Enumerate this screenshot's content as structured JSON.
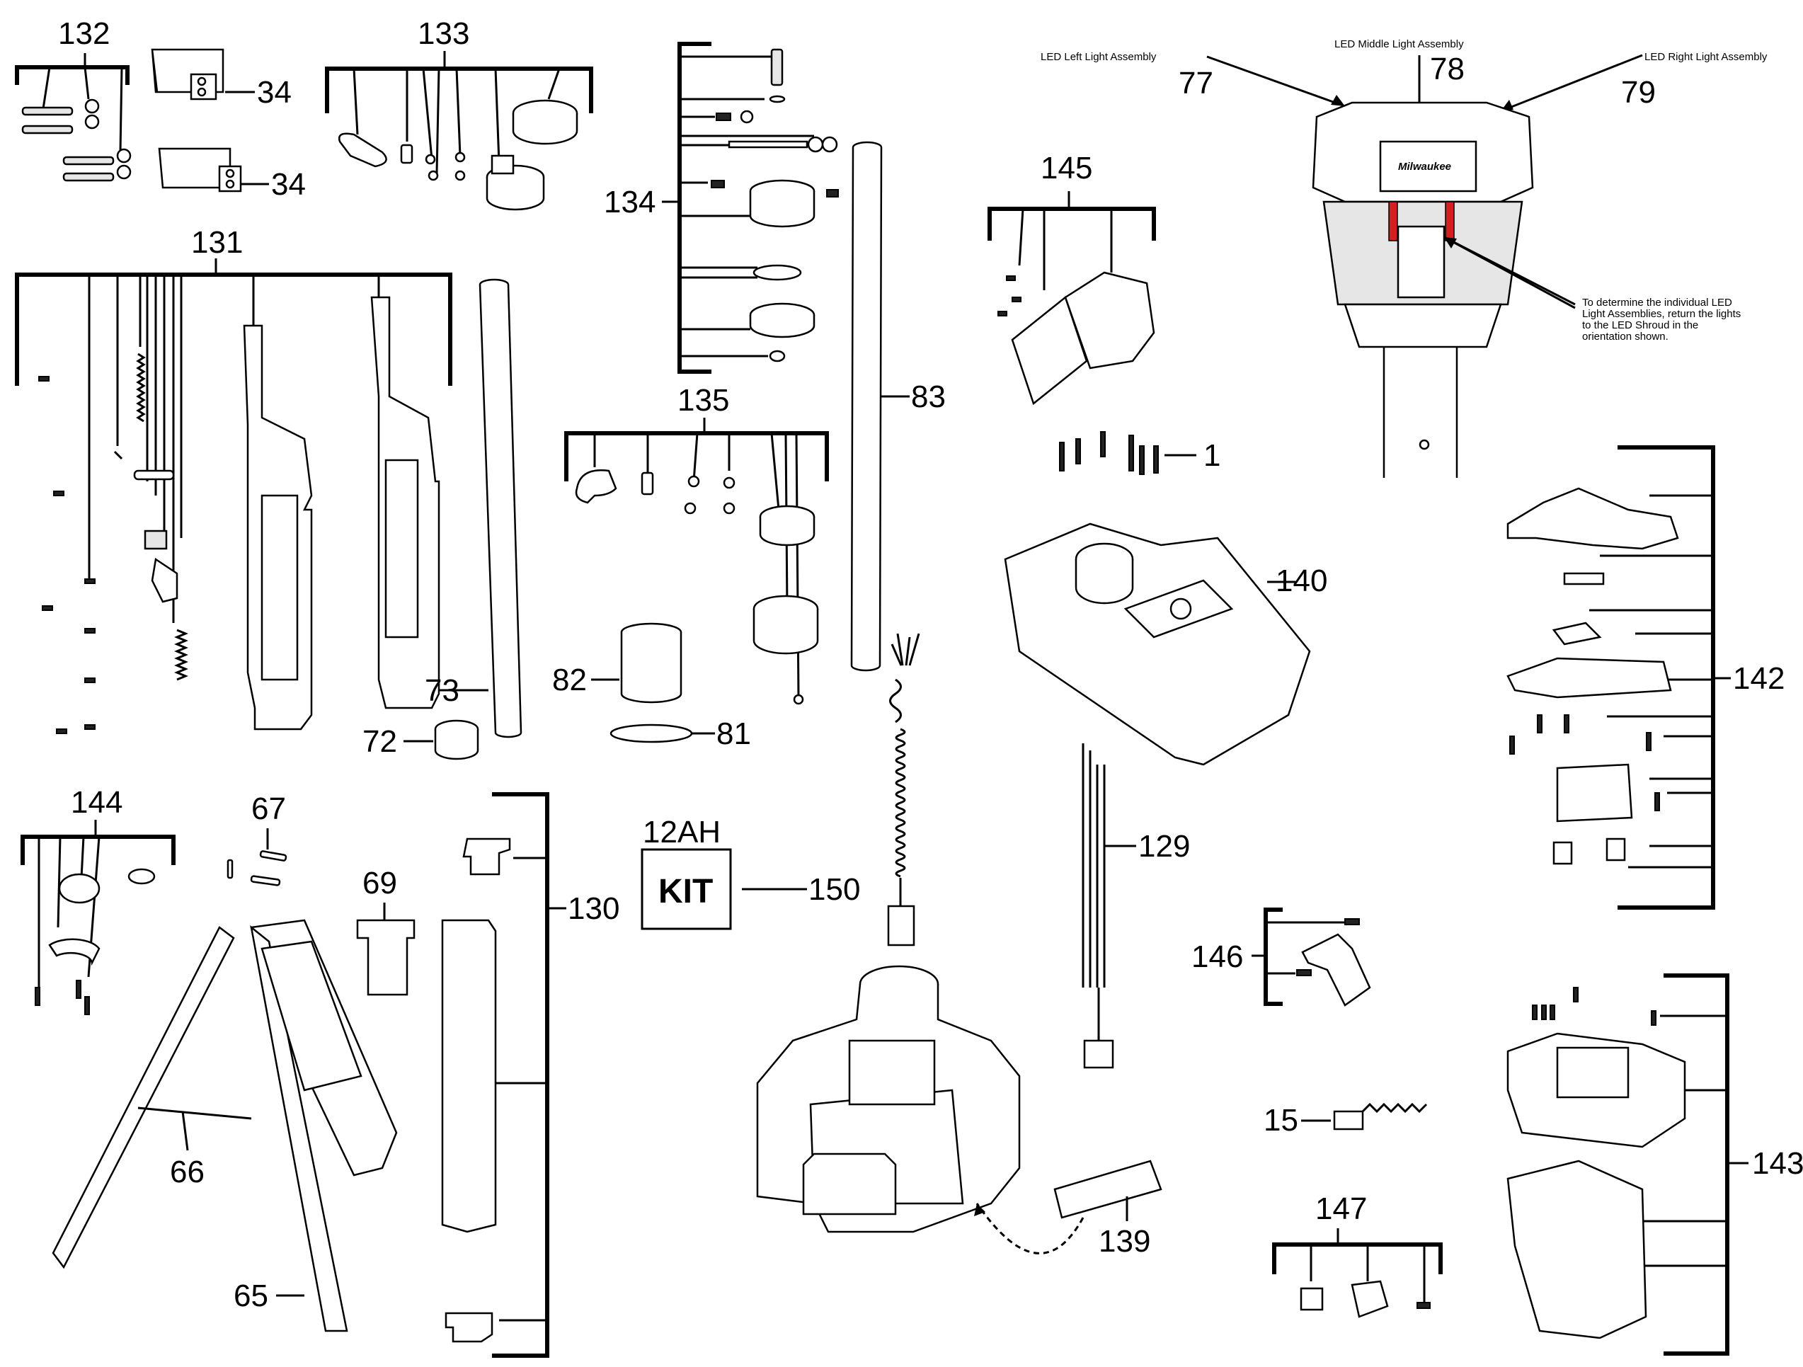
{
  "callouts": {
    "c132": "132",
    "c133": "133",
    "c34a": "34",
    "c34b": "34",
    "c131": "131",
    "c134": "134",
    "c135": "135",
    "c83": "83",
    "c73": "73",
    "c72": "72",
    "c82": "82",
    "c81": "81",
    "c144": "144",
    "c67": "67",
    "c69": "69",
    "c130": "130",
    "c66": "66",
    "c65": "65",
    "c150": "150",
    "c145": "145",
    "c1": "1",
    "c140": "140",
    "c129": "129",
    "c146": "146",
    "c15": "15",
    "c147": "147",
    "c139": "139",
    "c142": "142",
    "c143": "143",
    "c77": "77",
    "c78": "78",
    "c79": "79"
  },
  "kit": {
    "capacity": "12AH",
    "label": "KIT"
  },
  "led": {
    "left_label": "LED Left Light Assembly",
    "middle_label": "LED Middle Light Assembly",
    "right_label": "LED Right Light Assembly",
    "note_line1": "To determine the individual LED",
    "note_line2": "Light Assemblies, return the lights",
    "note_line3": "to the LED Shroud in the",
    "note_line4": "orientation shown.",
    "brand": "Milwaukee"
  },
  "colors": {
    "accent": "#d21f1f",
    "ink": "#000000",
    "background": "#ffffff"
  }
}
